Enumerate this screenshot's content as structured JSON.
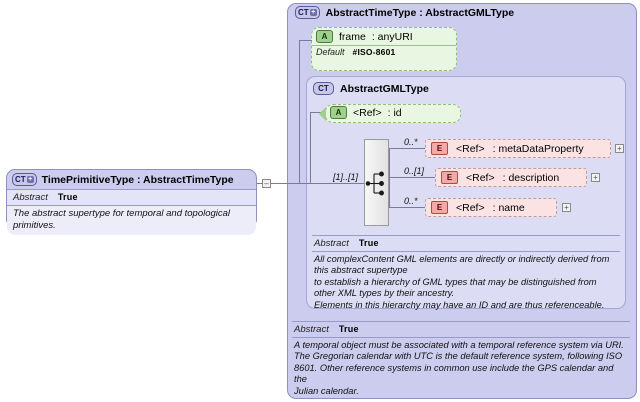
{
  "diagram": {
    "kind": "xsd-schema-diagram",
    "colors": {
      "panel_outer": "#ccccee",
      "panel_inner": "#dcdcf4",
      "attribute_box": "#e9f7e2",
      "element_box": "#fbe3e3",
      "complextype_icon": "#c7c7ea",
      "attribute_icon": "#9fd08c",
      "element_icon": "#f4a9a9",
      "connector_line": "#7a7a9a"
    }
  },
  "left_type": {
    "icon": "complextype-plus-icon",
    "icon_label": "CT",
    "icon_plus": "+",
    "title": "TimePrimitiveType : AbstractTimeType",
    "abstract_label": "Abstract",
    "abstract_value": "True",
    "documentation": "The abstract supertype for temporal and topological primitives.",
    "collapse_toggle": "–"
  },
  "outer_panel": {
    "icon": "complextype-plus-icon",
    "icon_label": "CT",
    "icon_plus": "+",
    "title": "AbstractTimeType : AbstractGMLType",
    "frame_attribute": {
      "icon": "attribute-icon",
      "icon_label": "A",
      "name": "frame",
      "type": ": anyURI",
      "default_label": "Default",
      "default_value": "#ISO-8601"
    },
    "documentation": {
      "abstract_label": "Abstract",
      "abstract_value": "True",
      "lines": [
        "A temporal object must be associated with a temporal reference system via URI.",
        "The Gregorian calendar with UTC is the default reference system, following ISO",
        "8601. Other reference systems in common use include the GPS calendar and",
        "the",
        "Julian calendar."
      ]
    }
  },
  "inner_panel": {
    "icon": "complextype-icon",
    "icon_label": "CT",
    "title": "AbstractGMLType",
    "id_attribute": {
      "icon": "attribute-icon",
      "icon_label": "A",
      "ref": "<Ref>",
      "type": ": id"
    },
    "sequence_node": {
      "icon": "sequence-compositor-icon",
      "cardinality": "[1]..[1]"
    },
    "elements": [
      {
        "icon": "element-icon",
        "icon_label": "E",
        "ref": "<Ref>",
        "name": ": metaDataProperty",
        "cardinality": "0..*",
        "expander": "+"
      },
      {
        "icon": "element-icon",
        "icon_label": "E",
        "ref": "<Ref>",
        "name": ": description",
        "cardinality": "0..[1]",
        "expander": "+"
      },
      {
        "icon": "element-icon",
        "icon_label": "E",
        "ref": "<Ref>",
        "name": ": name",
        "cardinality": "0..*",
        "expander": "+"
      }
    ],
    "documentation": {
      "abstract_label": "Abstract",
      "abstract_value": "True",
      "lines": [
        "All complexContent GML elements are directly or indirectly derived from",
        "this abstract supertype",
        "to establish a hierarchy of GML types that may be distinguished from",
        "other XML types by their ancestry.",
        "Elements in this hierarchy may have an ID and are thus referenceable."
      ]
    }
  }
}
